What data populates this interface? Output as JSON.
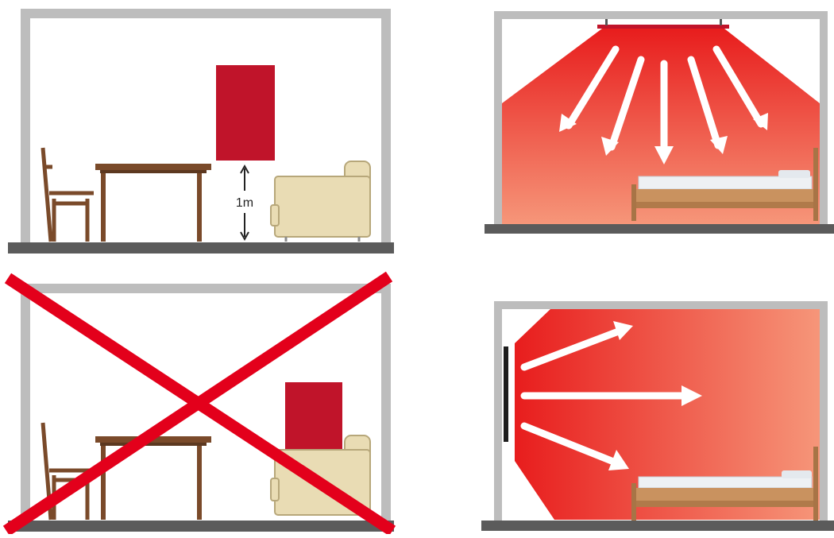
{
  "panels": [
    {
      "id": "correct-placement",
      "distance_label": "1m"
    },
    {
      "id": "ceiling-heater"
    },
    {
      "id": "incorrect-placement"
    },
    {
      "id": "wall-heater"
    }
  ],
  "colors": {
    "wall": "#bdbdbd",
    "floor": "#5b5b5b",
    "heater_panel": "#c0142a",
    "furniture_wood": "#7a4a2a",
    "sofa": "#e9dcb4",
    "cross": "#e3001b",
    "heat_strong": "#ea2a1e",
    "heat_light": "#f6977a",
    "arrow": "#ffffff"
  }
}
